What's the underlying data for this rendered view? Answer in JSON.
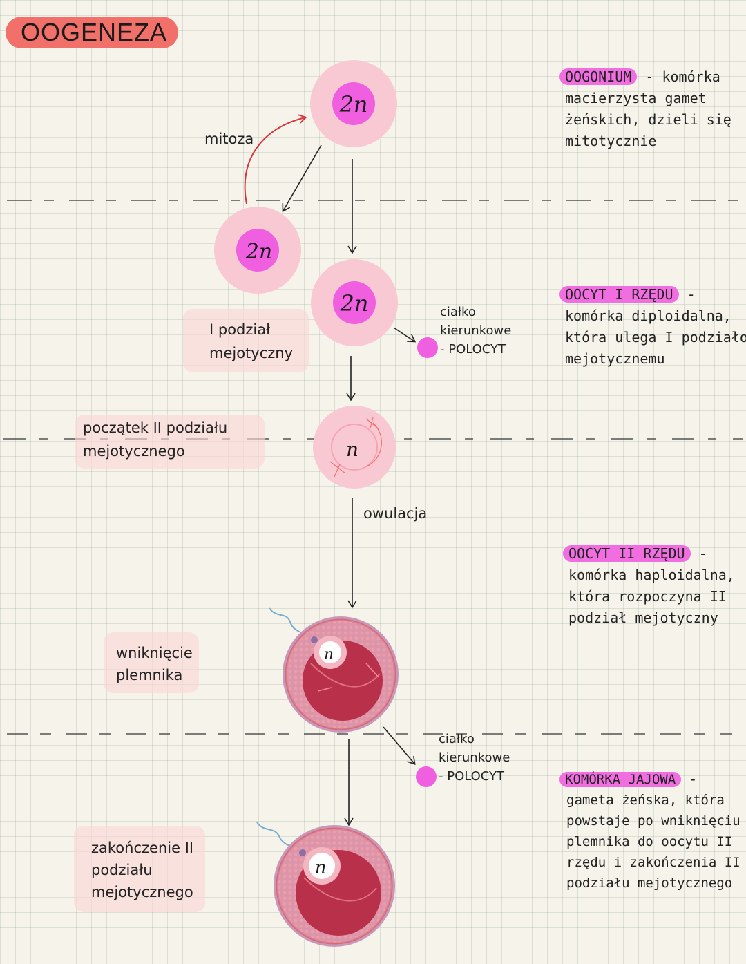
{
  "title": "OOGENEZA",
  "labels": {
    "mitoza": "mitoza",
    "podzial1": [
      "I podział",
      "mejotyczny"
    ],
    "poczatek2": [
      "początek II podziału",
      "mejotycznego"
    ],
    "owulacja": "owulacja",
    "wnikniecie": [
      "wniknięcie",
      "plemnika"
    ],
    "zakonczenie": [
      "zakończenie II",
      "podziału",
      "mejotycznego"
    ],
    "polocyt1": [
      "ciałko",
      "kierunkowe",
      "- POLOCYT"
    ],
    "polocyt2": [
      "ciałko",
      "kierunkowe",
      "- POLOCYT"
    ]
  },
  "cells": {
    "oogonium": "2n",
    "daughter": "2n",
    "oocyt1": "2n",
    "oocyt2": "n",
    "fertilized": "n",
    "egg": "n"
  },
  "descriptions": {
    "oogonium": {
      "term": "OOGONIUM",
      "rest_first": " - komórka",
      "lines": [
        "macierzysta gamet",
        "żeńskich, dzieli się",
        "mitotycznie"
      ]
    },
    "oocyt1": {
      "term": "OOCYT I RZĘDU",
      "rest_first": " -",
      "lines": [
        "komórka diploidalna,",
        "która ulega I podziałowi",
        "mejotycznemu"
      ]
    },
    "oocyt2": {
      "term": "OOCYT II RZĘDU",
      "rest_first": " -",
      "lines": [
        "komórka haploidalna,",
        "która rozpoczyna II",
        "podział mejotyczny"
      ]
    },
    "egg": {
      "term": "KOMÓRKA JAJOWA",
      "rest_first": " -",
      "lines": [
        "gameta żeńska, która",
        "powstaje po wniknięciu",
        "plemnika do oocytu II",
        "rzędu i zakończenia II",
        "podziału mejotycznego"
      ]
    }
  },
  "colors": {
    "title_bg": "#f2706a",
    "highlight": "#f06ee0",
    "cell_outer": "#f9c9d3",
    "cell_nucleus": "#ef5fdf",
    "egg_red": "#b8304a",
    "egg_rim": "#e9939e"
  }
}
